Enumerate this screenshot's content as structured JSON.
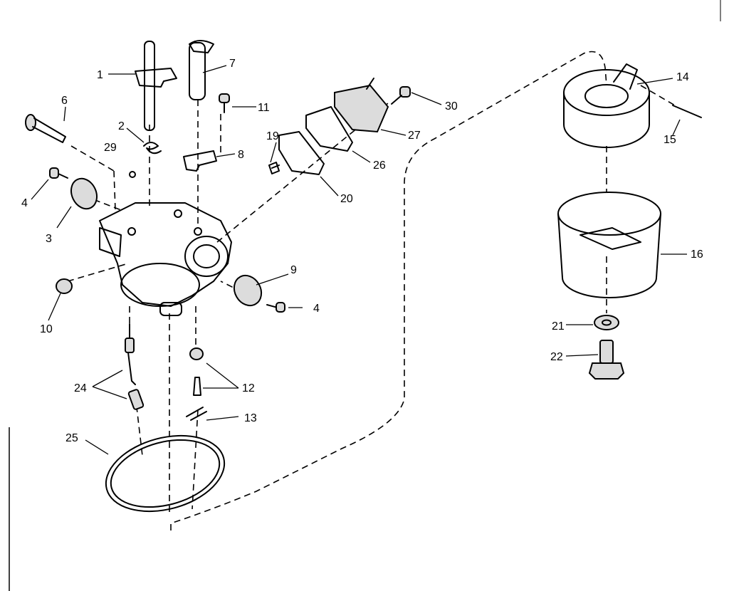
{
  "callouts": [
    {
      "id": "1",
      "label": "1"
    },
    {
      "id": "2",
      "label": "2"
    },
    {
      "id": "3",
      "label": "3"
    },
    {
      "id": "4a",
      "label": "4"
    },
    {
      "id": "4b",
      "label": "4"
    },
    {
      "id": "6",
      "label": "6"
    },
    {
      "id": "7",
      "label": "7"
    },
    {
      "id": "8",
      "label": "8"
    },
    {
      "id": "9",
      "label": "9"
    },
    {
      "id": "10",
      "label": "10"
    },
    {
      "id": "11",
      "label": "11"
    },
    {
      "id": "12",
      "label": "12"
    },
    {
      "id": "13",
      "label": "13"
    },
    {
      "id": "14",
      "label": "14"
    },
    {
      "id": "15",
      "label": "15"
    },
    {
      "id": "16",
      "label": "16"
    },
    {
      "id": "19",
      "label": "19"
    },
    {
      "id": "20",
      "label": "20"
    },
    {
      "id": "21",
      "label": "21"
    },
    {
      "id": "22",
      "label": "22"
    },
    {
      "id": "24",
      "label": "24"
    },
    {
      "id": "25",
      "label": "25"
    },
    {
      "id": "26",
      "label": "26"
    },
    {
      "id": "27",
      "label": "27"
    },
    {
      "id": "29",
      "label": "29"
    },
    {
      "id": "30",
      "label": "30"
    }
  ]
}
